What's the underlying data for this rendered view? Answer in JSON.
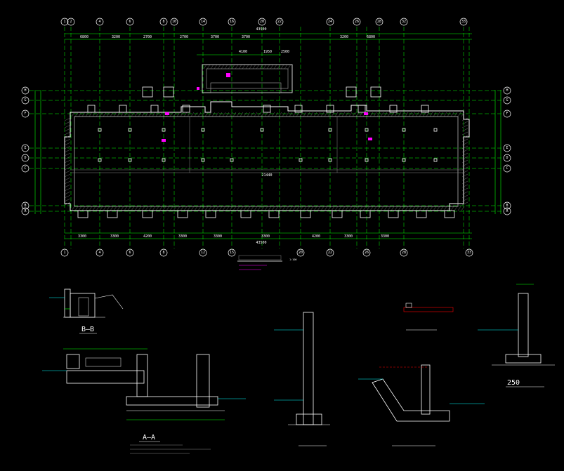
{
  "drawing": {
    "top_axes": [
      "1",
      "2",
      "4",
      "6",
      "8",
      "10",
      "14",
      "16",
      "20",
      "22",
      "24",
      "26",
      "28",
      "32",
      "33"
    ],
    "bottom_axes": [
      "1",
      "4",
      "6",
      "8",
      "12",
      "15",
      "20",
      "22",
      "26",
      "28",
      "33"
    ],
    "left_axes": [
      "H",
      "G",
      "F",
      "E",
      "D",
      "C",
      "B",
      "A"
    ],
    "top_dims": [
      "6800",
      "3200",
      "2700",
      "2700",
      "3700",
      "3700",
      "3200",
      "6800"
    ],
    "bottom_dims": [
      "3300",
      "3300",
      "4200",
      "3300",
      "3300",
      "3300",
      "4200",
      "3300",
      "3300"
    ],
    "total_dim": "43500",
    "inner_dims": [
      "4100",
      "1950",
      "2500"
    ],
    "inner_total": "21440",
    "scale_note": "1:100",
    "labels": {
      "section_bb": "B–B",
      "section_aa": "A–A",
      "detail_250": "250"
    }
  },
  "colors": {
    "background": "#000000",
    "gridlines": "#00ff00",
    "walls": "#ffffff",
    "hatch": "#cccccc",
    "accent": "#ff00ff",
    "dims": "#00ff00",
    "axis_bubble": "#ffffff",
    "rebar": "#ff0000"
  }
}
